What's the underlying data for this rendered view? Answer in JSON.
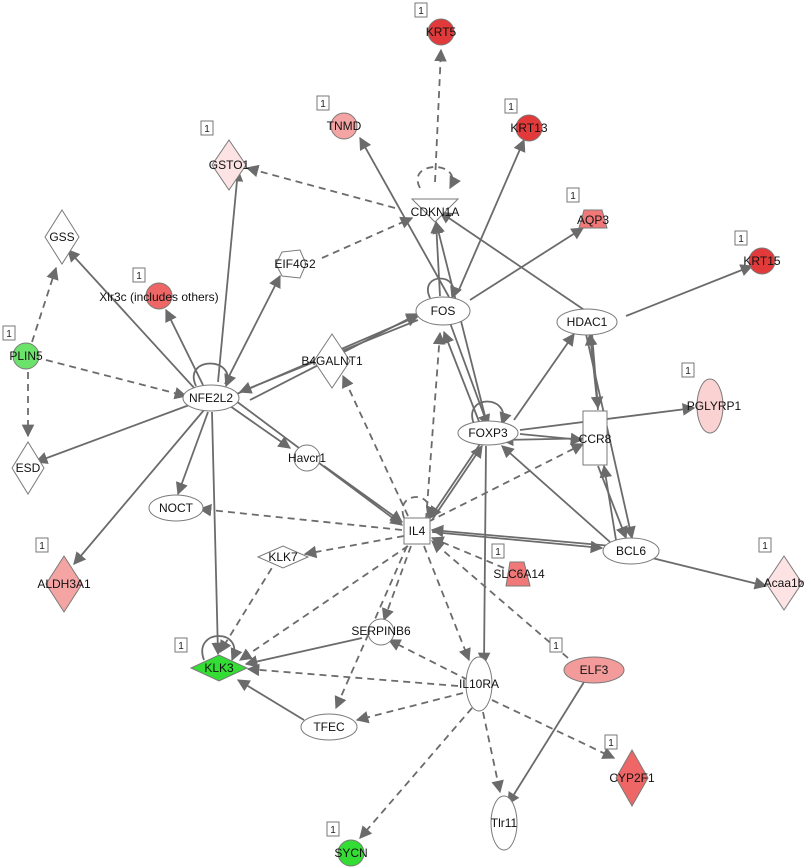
{
  "colors": {
    "white": "#ffffff",
    "light_pink": "#fde3e3",
    "pink": "#f7bcbc",
    "salmon": "#f39a9a",
    "red": "#ee6666",
    "strong_red": "#e23a3a",
    "green": "#6be36b",
    "bright_green": "#33dd33",
    "edge": "#6b6b6b"
  },
  "nodes": [
    {
      "id": "KRT5",
      "label": "KRT5",
      "badge": "1"
    },
    {
      "id": "TNMD",
      "label": "TNMD",
      "badge": "1"
    },
    {
      "id": "KRT13",
      "label": "KRT13",
      "badge": "1"
    },
    {
      "id": "GSTO1",
      "label": "GSTO1",
      "badge": "1"
    },
    {
      "id": "CDKN1A",
      "label": "CDKN1A",
      "badge": ""
    },
    {
      "id": "AQP3",
      "label": "AQP3",
      "badge": "1"
    },
    {
      "id": "GSS",
      "label": "GSS",
      "badge": ""
    },
    {
      "id": "EIF4G2",
      "label": "EIF4G2",
      "badge": ""
    },
    {
      "id": "KRT15",
      "label": "KRT15",
      "badge": "1"
    },
    {
      "id": "XLR3C",
      "label": "Xlr3c (includes others)",
      "badge": "1"
    },
    {
      "id": "FOS",
      "label": "FOS",
      "badge": ""
    },
    {
      "id": "HDAC1",
      "label": "HDAC1",
      "badge": ""
    },
    {
      "id": "PLIN5",
      "label": "PLIN5",
      "badge": "1"
    },
    {
      "id": "B4GALNT1",
      "label": "B4GALNT1",
      "badge": ""
    },
    {
      "id": "NFE2L2",
      "label": "NFE2L2",
      "badge": ""
    },
    {
      "id": "PGLYRP1",
      "label": "PGLYRP1",
      "badge": "1"
    },
    {
      "id": "FOXP3",
      "label": "FOXP3",
      "badge": ""
    },
    {
      "id": "CCR8",
      "label": "CCR8",
      "badge": ""
    },
    {
      "id": "ESD",
      "label": "ESD",
      "badge": ""
    },
    {
      "id": "HAVCR1",
      "label": "Havcr1",
      "badge": ""
    },
    {
      "id": "NOCT",
      "label": "NOCT",
      "badge": ""
    },
    {
      "id": "IL4",
      "label": "IL4",
      "badge": ""
    },
    {
      "id": "BCL6",
      "label": "BCL6",
      "badge": ""
    },
    {
      "id": "ALDH3A1",
      "label": "ALDH3A1",
      "badge": "1"
    },
    {
      "id": "KLK7",
      "label": "KLK7",
      "badge": ""
    },
    {
      "id": "SLC6A14",
      "label": "SLC6A14",
      "badge": "1"
    },
    {
      "id": "ACAA1B",
      "label": "Acaa1b",
      "badge": "1"
    },
    {
      "id": "SERPINB6",
      "label": "SERPINB6",
      "badge": ""
    },
    {
      "id": "KLK3",
      "label": "KLK3",
      "badge": "1"
    },
    {
      "id": "ELF3",
      "label": "ELF3",
      "badge": "1"
    },
    {
      "id": "IL10RA",
      "label": "IL10RA",
      "badge": ""
    },
    {
      "id": "TFEC",
      "label": "TFEC",
      "badge": ""
    },
    {
      "id": "CYP2F1",
      "label": "CYP2F1",
      "badge": "1"
    },
    {
      "id": "TLR11",
      "label": "Tlr11",
      "badge": ""
    },
    {
      "id": "SYCN",
      "label": "SYCN",
      "badge": "1"
    }
  ]
}
